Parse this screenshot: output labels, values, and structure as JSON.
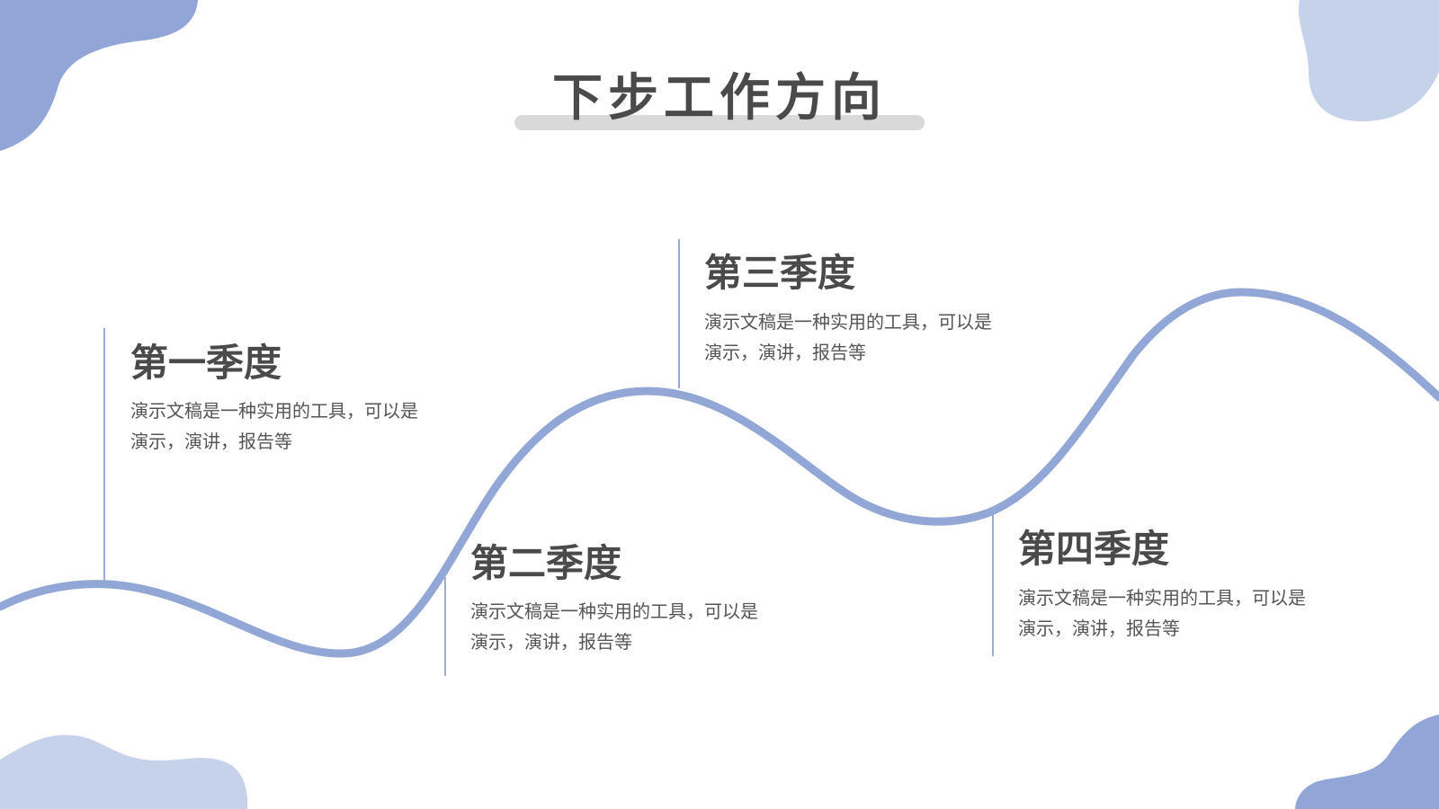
{
  "colors": {
    "accent": "#92a7d6",
    "blob_dark": "#91a6d6",
    "blob_light": "#c6d1ea",
    "title_bar": "#d9d9d9",
    "text": "#4a4a4a"
  },
  "page": {
    "title": "下步工作方向"
  },
  "quarters": [
    {
      "title": "第一季度",
      "desc_line1": "演示文稿是一种实用的工具，可以是",
      "desc_line2": "演示，演讲，报告等"
    },
    {
      "title": "第二季度",
      "desc_line1": "演示文稿是一种实用的工具，可以是",
      "desc_line2": "演示，演讲，报告等"
    },
    {
      "title": "第三季度",
      "desc_line1": "演示文稿是一种实用的工具，可以是",
      "desc_line2": "演示，演讲，报告等"
    },
    {
      "title": "第四季度",
      "desc_line1": "演示文稿是一种实用的工具，可以是",
      "desc_line2": "演示，演讲，报告等"
    }
  ]
}
